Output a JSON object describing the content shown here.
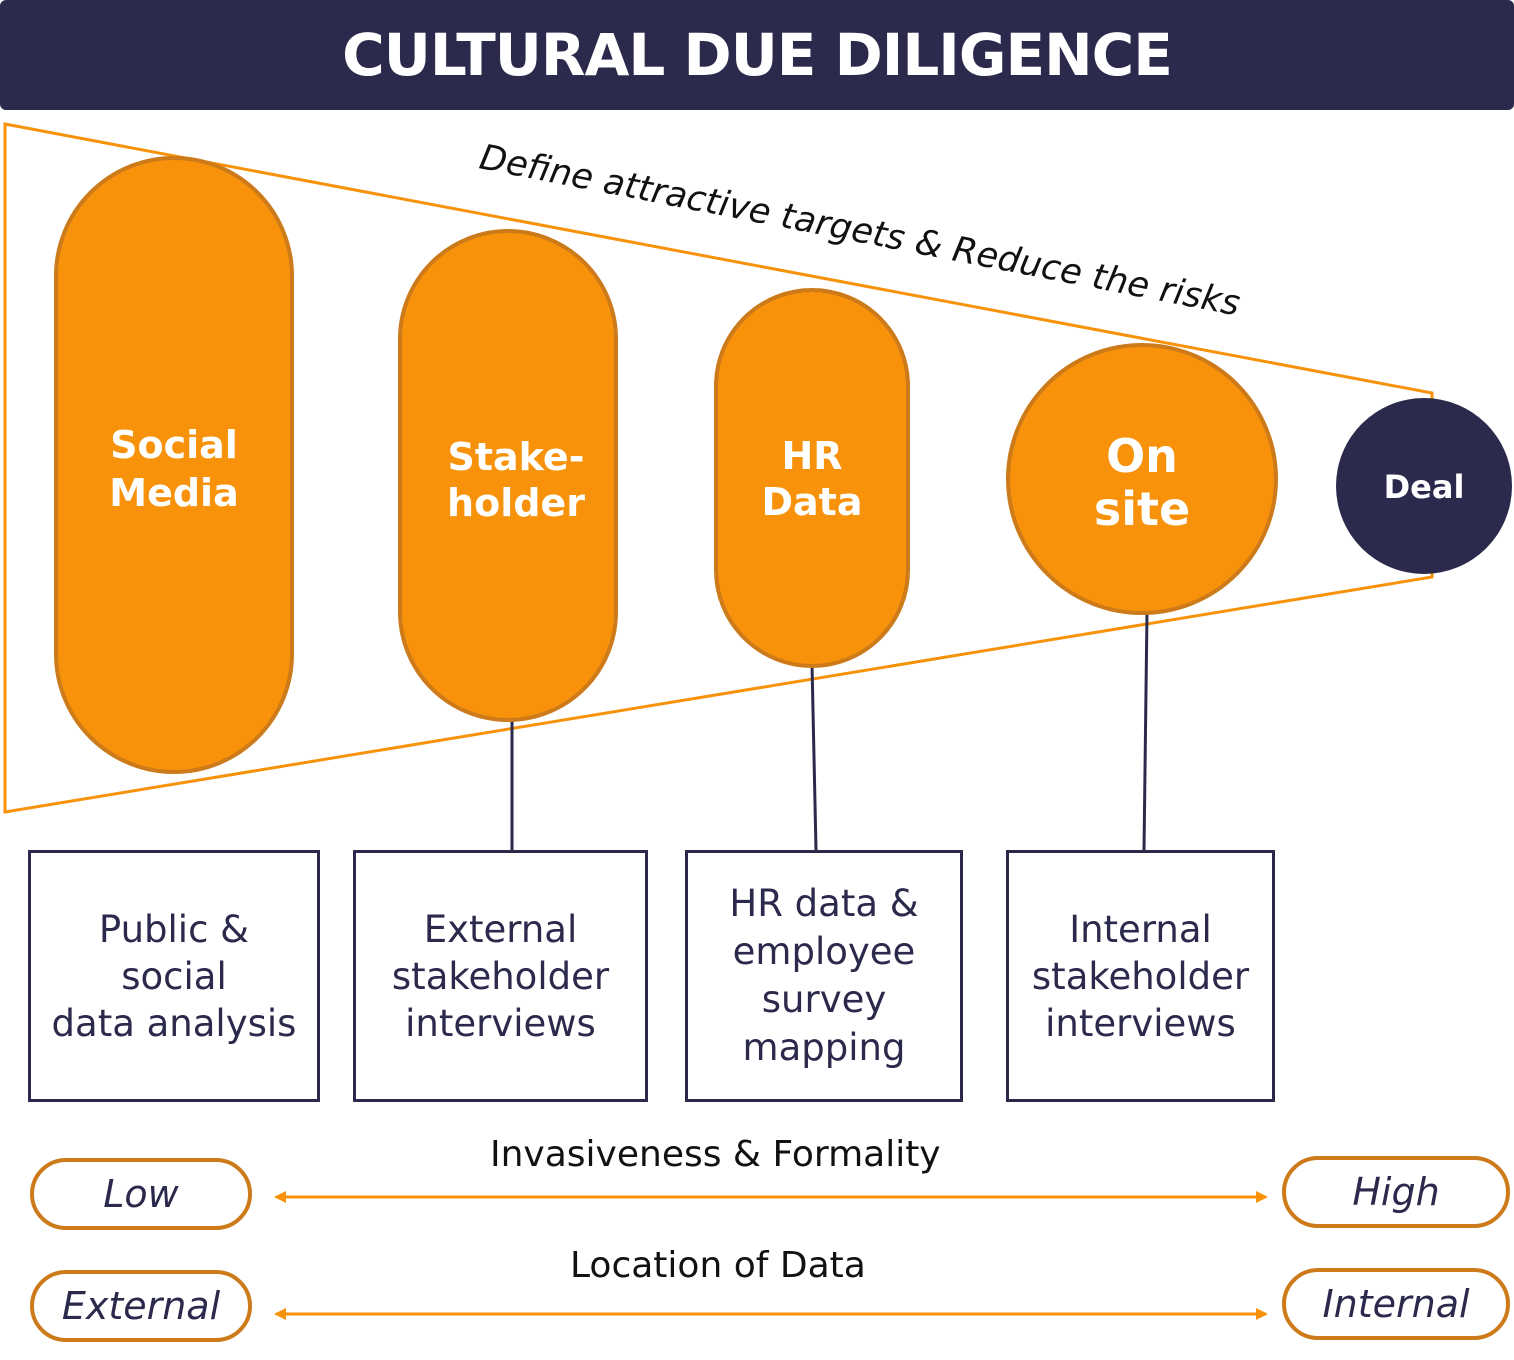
{
  "header": {
    "title": "CULTURAL DUE DILIGENCE"
  },
  "funnel": {
    "caption": "Define attractive targets & Reduce the risks",
    "stages": [
      {
        "line1": "Social",
        "line2": "Media"
      },
      {
        "line1": "Stake-",
        "line2": "holder"
      },
      {
        "line1": "HR",
        "line2": "Data"
      },
      {
        "line1": "On",
        "line2": "site"
      }
    ],
    "deal": "Deal"
  },
  "boxes": [
    "Public &\nsocial\ndata analysis",
    "External\nstakeholder\ninterviews",
    "HR data &\nemployee\nsurvey\nmapping",
    "Internal\nstakeholder\ninterviews"
  ],
  "scales": [
    {
      "title": "Invasiveness & Formality",
      "low": "Low",
      "high": "High"
    },
    {
      "title": "Location of Data",
      "low": "External",
      "high": "Internal"
    }
  ],
  "colors": {
    "navy": "#2b2a4c",
    "orange": "#f7920a",
    "orange_border": "#cc7a1a",
    "funnel_line": "#f7920a"
  }
}
